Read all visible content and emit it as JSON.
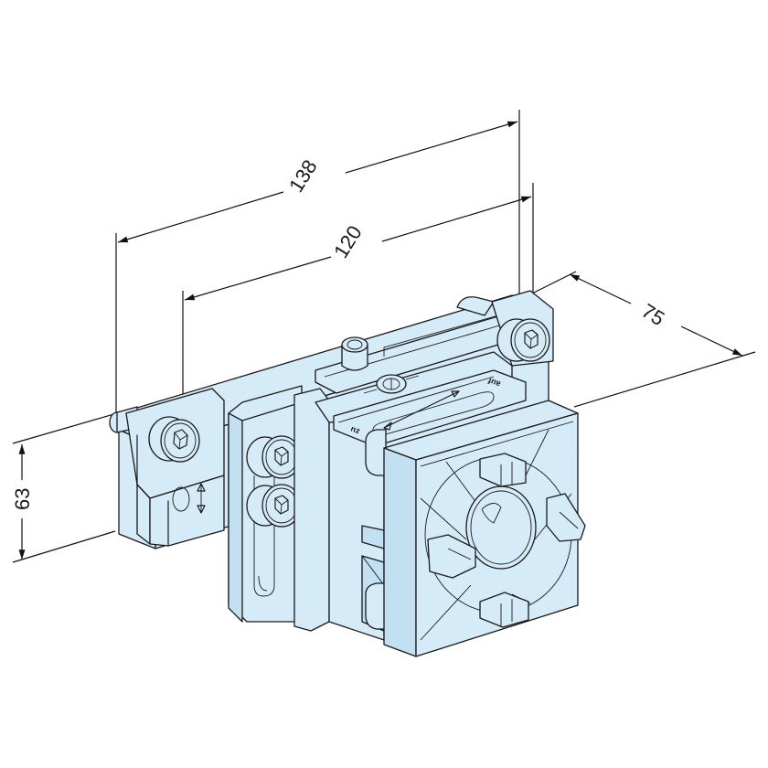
{
  "drawing": {
    "type": "dimensioned isometric product illustration",
    "subject": "fixture clamp / zero-point clamping module",
    "colors": {
      "part_fill": "#d6ebf8",
      "part_fill_dark": "#c3dff2",
      "line": "#1a1a1a",
      "background": "#ffffff"
    }
  },
  "dimensions": {
    "overall_length": {
      "value": "138",
      "unit": "mm"
    },
    "bolt_spacing": {
      "value": "120",
      "unit": "mm"
    },
    "depth": {
      "value": "75",
      "unit": "mm"
    },
    "height": {
      "value": "63",
      "unit": "mm"
    }
  },
  "labels": {
    "open_marking": "auf",
    "close_marking": "zu"
  },
  "icons": [
    "hex-socket-bolt-icon",
    "torx-bolt-icon",
    "double-arrow-icon",
    "rotate-arrow-icon"
  ]
}
